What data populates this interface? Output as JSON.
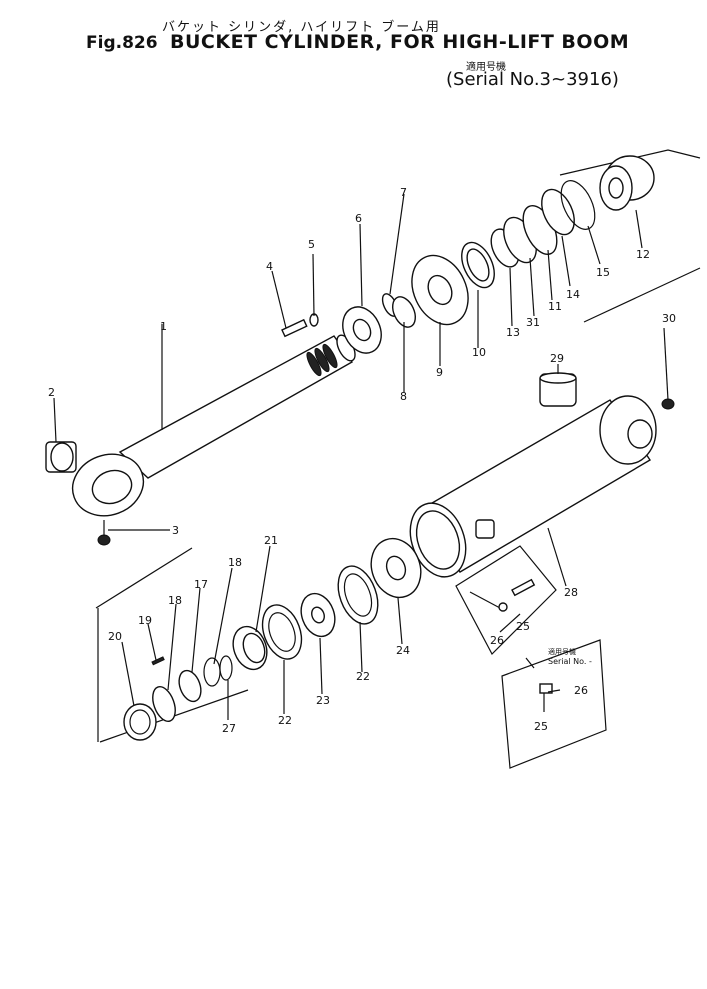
{
  "header": {
    "title_jp": "バケット シリンダ, ハイリフト ブーム用",
    "fig_number": "Fig.826",
    "title_en": "BUCKET CYLINDER, FOR HIGH-LIFT BOOM",
    "serial_jp": "適用号機",
    "serial_text": "(Serial No.3~3916)"
  },
  "inset": {
    "serial_jp": "適用号機",
    "serial_text": "Serial No. -"
  },
  "callouts": [
    "1",
    "2",
    "3",
    "4",
    "5",
    "6",
    "7",
    "8",
    "9",
    "10",
    "11",
    "12",
    "13",
    "14",
    "15",
    "17",
    "18",
    "18",
    "19",
    "20",
    "21",
    "22",
    "22",
    "23",
    "24",
    "25",
    "25",
    "26",
    "26",
    "27",
    "28",
    "29",
    "30",
    "31"
  ]
}
